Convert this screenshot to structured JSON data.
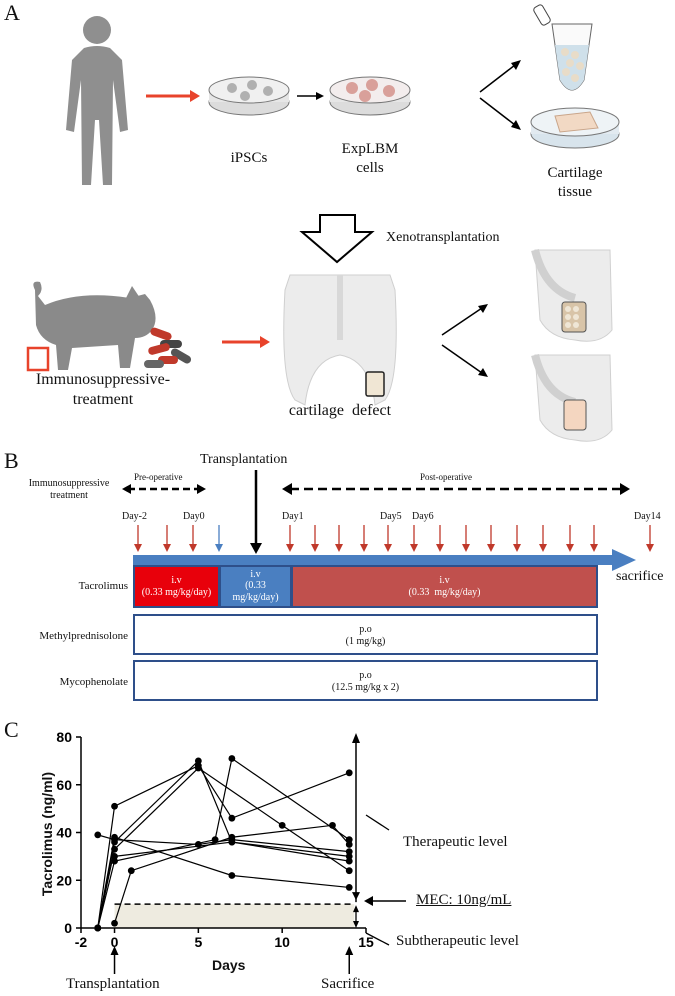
{
  "panel_a": {
    "letter": "A",
    "ipsc_label": "iPSCs",
    "explbm_label": "ExpLBM\ncells",
    "cartilage_tissue_label": "Cartilage\ntissue",
    "xeno_label": "Xenotransplantation",
    "immuno_label": "Immunosuppressive-\ntreatment",
    "defect_label": "cartilage defect"
  },
  "panel_b": {
    "letter": "B",
    "transplantation_label": "Transplantation",
    "immuno_treatment_label": "Immunosuppressive\ntreatment",
    "pre_operative": "Pre-operative",
    "post_operative": "Post-operative",
    "day_labels": [
      "Day-2",
      "Day0",
      "Day1",
      "Day5",
      "Day6",
      "Day14"
    ],
    "sacrifice_label": "sacrifice",
    "rows": [
      {
        "name": "Tacrolimus",
        "segments": [
          {
            "route": "i.v",
            "dose": "(0.33 mg/kg/day)",
            "color": "#e8000b"
          },
          {
            "route": "i.v",
            "dose": "(0.33\nmg/kg/day)",
            "color": "#4a7fc1"
          },
          {
            "route": "i.v",
            "dose": "(0.33  mg/kg/day)",
            "color": "#c0504d"
          }
        ]
      },
      {
        "name": "Methylprednisolone",
        "route": "p.o",
        "dose": "(1 mg/kg)"
      },
      {
        "name": "Mycophenolate",
        "route": "p.o",
        "dose": "(12.5 mg/kg x 2)"
      }
    ],
    "colors": {
      "red_arrow": "#c0392b",
      "timeline_blue": "#4a7fc1",
      "box_border": "#2e4f8a"
    }
  },
  "panel_c": {
    "letter": "C",
    "therapeutic_label": "Therapeutic level",
    "mec_label": "MEC: 10ng/mL",
    "subtherapeutic_label": "Subtherapeutic level",
    "transplantation_label": "Transplantation",
    "sacrifice_label": "Sacrifice"
  },
  "chart_data": {
    "type": "line",
    "xlabel": "Days",
    "ylabel": "Tacrolimus (ng/ml)",
    "xlim": [
      -2,
      15
    ],
    "ylim": [
      0,
      80
    ],
    "x_ticks": [
      -2,
      0,
      5,
      10,
      15
    ],
    "y_ticks": [
      0,
      20,
      40,
      60,
      80
    ],
    "mec_line": 10,
    "series": [
      {
        "points": [
          [
            -1,
            39
          ],
          [
            0,
            37
          ],
          [
            5,
            35
          ],
          [
            7,
            37
          ],
          [
            14,
            32
          ]
        ]
      },
      {
        "points": [
          [
            -1,
            0
          ],
          [
            0,
            51
          ],
          [
            5,
            68
          ],
          [
            7,
            46
          ],
          [
            14,
            65
          ]
        ]
      },
      {
        "points": [
          [
            -1,
            0
          ],
          [
            0,
            36
          ],
          [
            5,
            70
          ],
          [
            7,
            36
          ],
          [
            14,
            28
          ]
        ]
      },
      {
        "points": [
          [
            -1,
            0
          ],
          [
            0,
            33
          ],
          [
            5,
            67
          ],
          [
            10,
            43
          ],
          [
            14,
            24
          ]
        ]
      },
      {
        "points": [
          [
            -1,
            0
          ],
          [
            0,
            28
          ],
          [
            6,
            37
          ],
          [
            7,
            71
          ],
          [
            14,
            37
          ]
        ]
      },
      {
        "points": [
          [
            -1,
            0
          ],
          [
            0,
            38
          ],
          [
            7,
            22
          ],
          [
            14,
            17
          ]
        ]
      },
      {
        "points": [
          [
            0,
            2
          ],
          [
            1,
            24
          ],
          [
            7,
            38
          ],
          [
            13,
            43
          ],
          [
            14,
            35
          ]
        ]
      },
      {
        "points": [
          [
            0,
            30
          ],
          [
            7,
            36
          ],
          [
            14,
            30
          ]
        ]
      }
    ]
  }
}
